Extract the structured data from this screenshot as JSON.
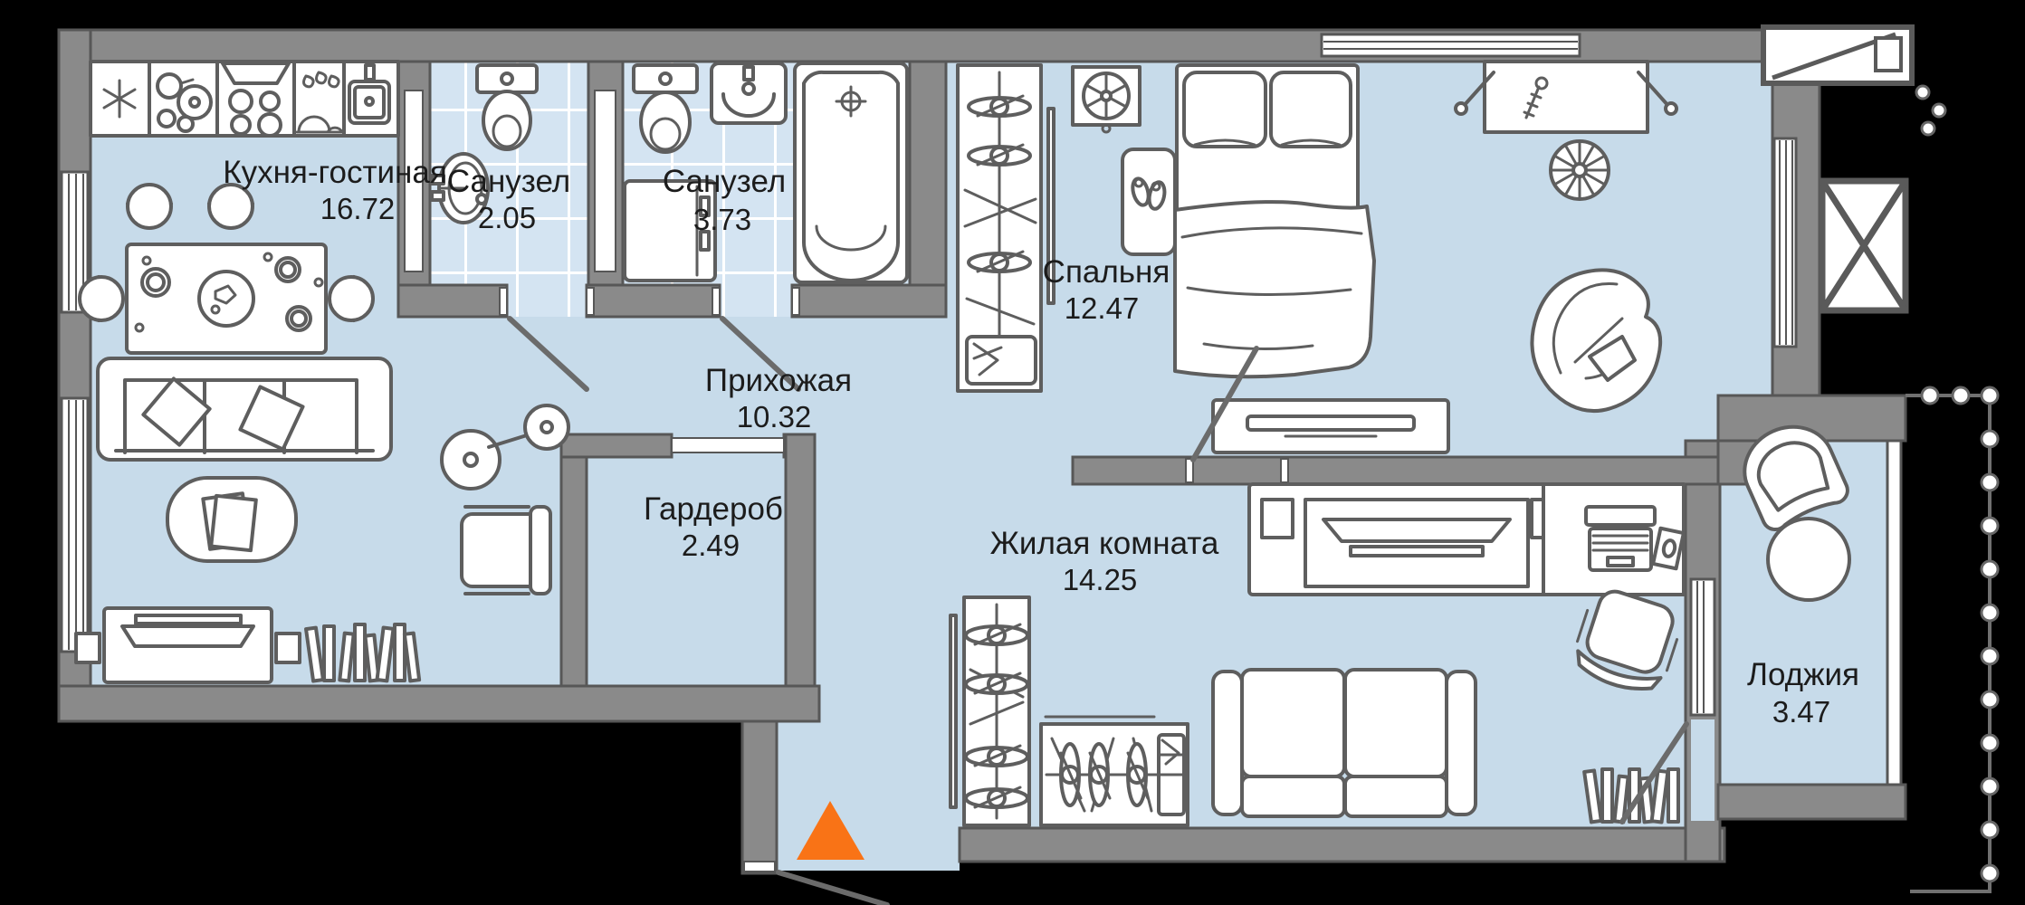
{
  "plan": {
    "type": "apartment-floor-plan",
    "rooms": {
      "kitchen_living": {
        "name": "Кухня-гостиная",
        "area": "16.72"
      },
      "bathroom_small": {
        "name": "Санузел",
        "area": "2.05"
      },
      "bathroom_big": {
        "name": "Санузел",
        "area": "3.73"
      },
      "bedroom": {
        "name": "Спальня",
        "area": "12.47"
      },
      "hallway": {
        "name": "Прихожая",
        "area": "10.32"
      },
      "wardrobe": {
        "name": "Гардероб",
        "area": "2.49"
      },
      "living_room": {
        "name": "Жилая комната",
        "area": "14.25"
      },
      "loggia": {
        "name": "Лоджия",
        "area": "3.47"
      }
    },
    "colors": {
      "background": "#000000",
      "wall": "#8a8a8a",
      "floor": "#c7dbea",
      "tile": "#d4e4f2",
      "furniture_outline": "#5e5e5e",
      "entrance_marker": "#f97316"
    },
    "entrance": {
      "marker": "orange-triangle"
    }
  }
}
